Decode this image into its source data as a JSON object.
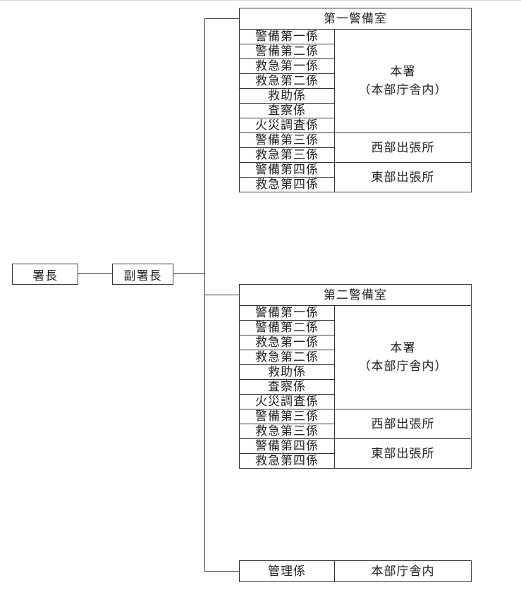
{
  "chief": "署長",
  "deputy": "副署長",
  "divisions": [
    {
      "title": "第一警備室",
      "groups": [
        {
          "units": [
            "警備第一係",
            "警備第二係",
            "救急第一係",
            "救急第二係",
            "救助係",
            "査察係",
            "火災調査係"
          ],
          "location_lines": [
            "本署",
            "（本部庁舎内）"
          ]
        },
        {
          "units": [
            "警備第三係",
            "救急第三係"
          ],
          "location_lines": [
            "西部出張所"
          ]
        },
        {
          "units": [
            "警備第四係",
            "救急第四係"
          ],
          "location_lines": [
            "東部出張所"
          ]
        }
      ]
    },
    {
      "title": "第二警備室",
      "groups": [
        {
          "units": [
            "警備第一係",
            "警備第二係",
            "救急第一係",
            "救急第二係",
            "救助係",
            "査察係",
            "火災調査係"
          ],
          "location_lines": [
            "本署",
            "（本部庁舎内）"
          ]
        },
        {
          "units": [
            "警備第三係",
            "救急第三係"
          ],
          "location_lines": [
            "西部出張所"
          ]
        },
        {
          "units": [
            "警備第四係",
            "救急第四係"
          ],
          "location_lines": [
            "東部出張所"
          ]
        }
      ]
    }
  ],
  "management": {
    "unit": "管理係",
    "location": "本部庁舎内"
  }
}
